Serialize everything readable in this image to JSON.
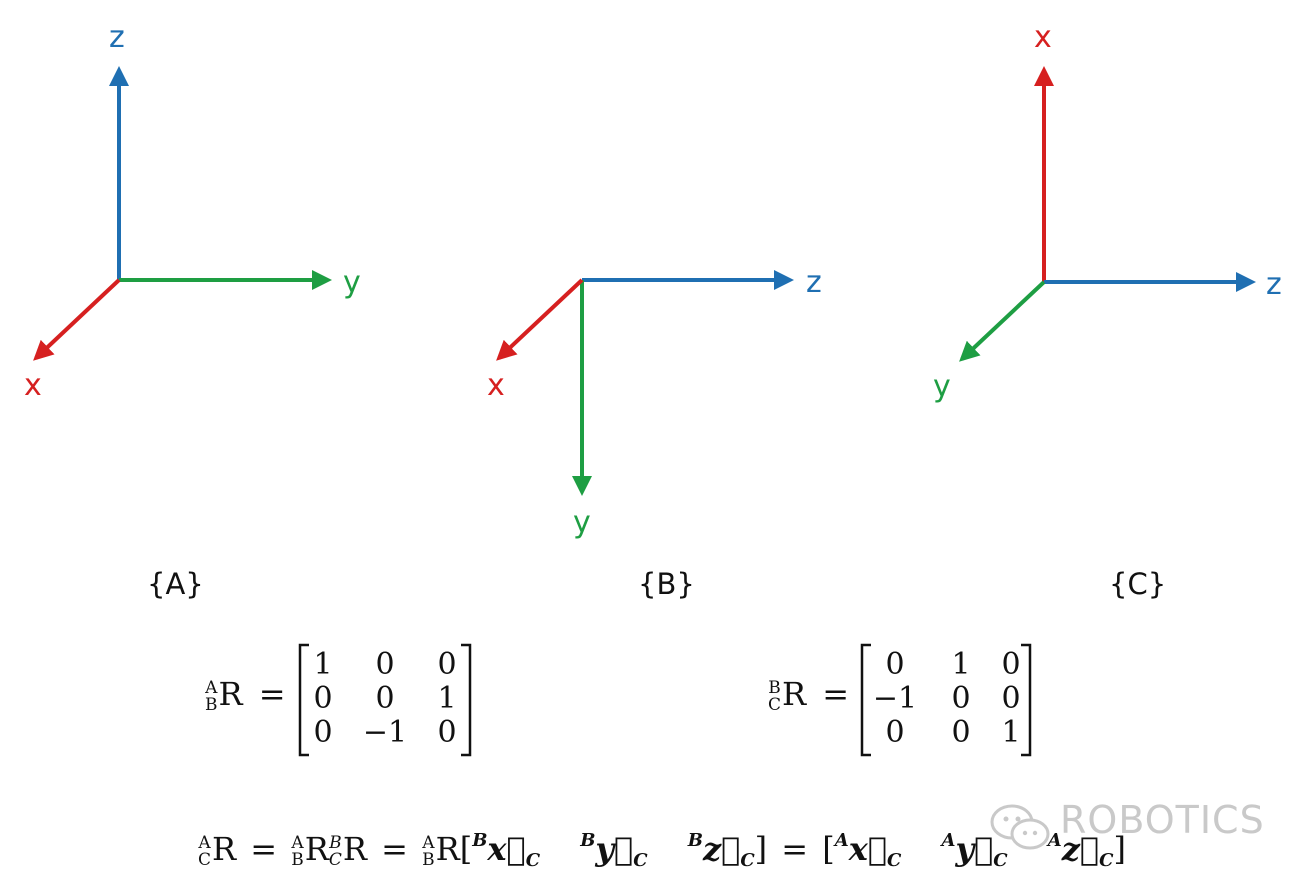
{
  "colors": {
    "x": "#d62020",
    "y": "#1e9e43",
    "z": "#1f6fb2"
  },
  "frames": [
    {
      "name": "{A}",
      "labels": {
        "z": "z",
        "y": "y",
        "x": "x"
      }
    },
    {
      "name": "{B}",
      "labels": {
        "z": "z",
        "y": "y",
        "x": "x"
      }
    },
    {
      "name": "{C}",
      "labels": {
        "x": "x",
        "z": "z",
        "y": "y"
      }
    }
  ],
  "equations": {
    "R": "R",
    "eq": "=",
    "AB": {
      "sup": "A",
      "sub": "B",
      "matrix": [
        [
          "1",
          "0",
          "0"
        ],
        [
          "0",
          "0",
          "1"
        ],
        [
          "0",
          "−1",
          "0"
        ]
      ]
    },
    "BC": {
      "sup": "B",
      "sub": "C",
      "matrix": [
        [
          "0",
          "1",
          "0"
        ],
        [
          "−1",
          "0",
          "0"
        ],
        [
          "0",
          "0",
          "1"
        ]
      ]
    },
    "chain": {
      "A": "A",
      "B": "B",
      "C": "C",
      "xv": "x⃗",
      "yv": "y⃗",
      "zv": "z⃗",
      "open": "[",
      "close": "]"
    }
  },
  "watermark": "ROBOTICS"
}
